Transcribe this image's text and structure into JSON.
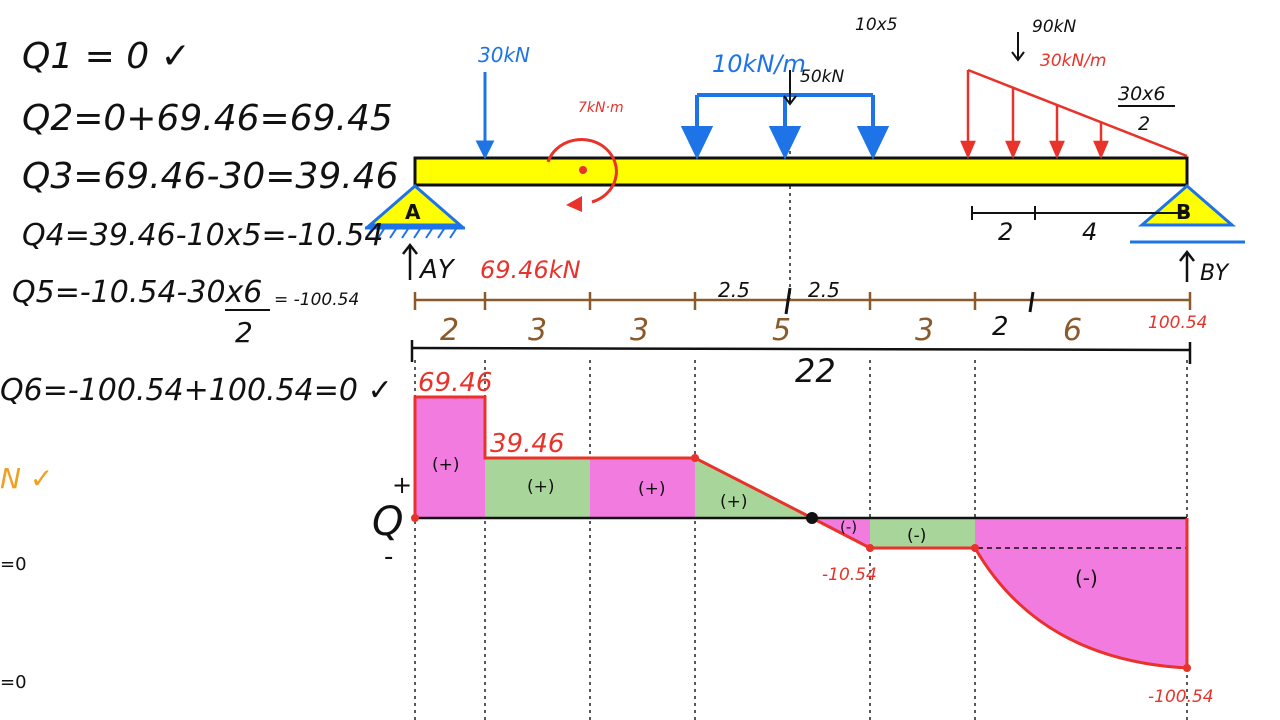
{
  "equations": [
    {
      "id": "q1",
      "text": "Q1 = 0 ✓"
    },
    {
      "id": "q2",
      "text": "Q2=0+69.46=69.45"
    },
    {
      "id": "q3",
      "text": "Q3=69.46-30=39.46"
    },
    {
      "id": "q4",
      "text": "Q4=39.46-10x5=-10.54"
    },
    {
      "id": "q5a",
      "text": "Q5=-10.54-30x6"
    },
    {
      "id": "q5b",
      "text": "= -100.54"
    },
    {
      "id": "q5c",
      "text": "2"
    },
    {
      "id": "q6",
      "text": "Q6=-100.54+100.54=0 ✓"
    }
  ],
  "left_fragments": {
    "top": "N ✓",
    "mid": "=0",
    "bottom": "=0"
  },
  "beam": {
    "support_a": "A",
    "support_b": "B",
    "point_load": "30kN",
    "moment": "7kN·m",
    "udl_label": "10kN/m",
    "udl_mult": "10x5",
    "udl_resultant": "50kN",
    "tri_label": "30kN/m",
    "tri_resultant": "90kN",
    "tri_calc_top": "30x6",
    "tri_calc_bot": "2",
    "tri_dim_a": "2",
    "tri_dim_b": "4",
    "ay_label": "AY",
    "ay_value": "69.46kN",
    "by_label": "BY",
    "by_value": "100.54",
    "spans": [
      "2",
      "3",
      "3",
      "5",
      "3",
      "2",
      "6"
    ],
    "half_spans": [
      "2.5",
      "2.5"
    ],
    "total_length": "22"
  },
  "shear": {
    "axis_label": "Q",
    "plus_sign": "+",
    "minus_sign": "-",
    "labels": {
      "v1": "69.46",
      "v2": "39.46",
      "v3": "-10.54",
      "v4": "-100.54"
    },
    "region_signs": [
      "(+)",
      "(+)",
      "(+)",
      "(+)",
      "(-)",
      "(-)",
      "(-)"
    ]
  },
  "colors": {
    "beam": "#ffff00",
    "load_blue": "#1e74e6",
    "red": "#e8322a",
    "brown": "#8b5a2b",
    "pink": "#f27be0",
    "green": "#a8d59a",
    "orange": "#f0a020"
  }
}
